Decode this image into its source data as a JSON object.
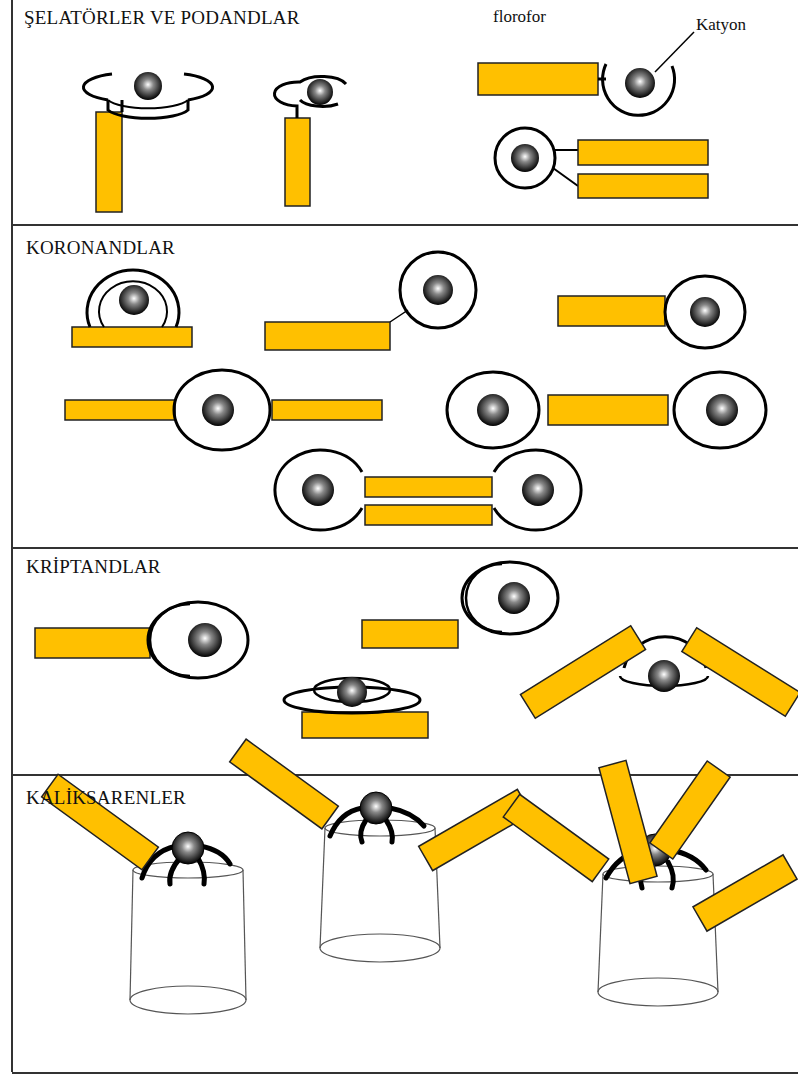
{
  "diagram": {
    "labels": [
      "ŞELATÖRLER VE PODANDLAR",
      "florofor",
      "Katyon",
      "KORONANDLAR",
      "KRİPTANDLAR",
      "KALİKSARENLER"
    ]
  }
}
